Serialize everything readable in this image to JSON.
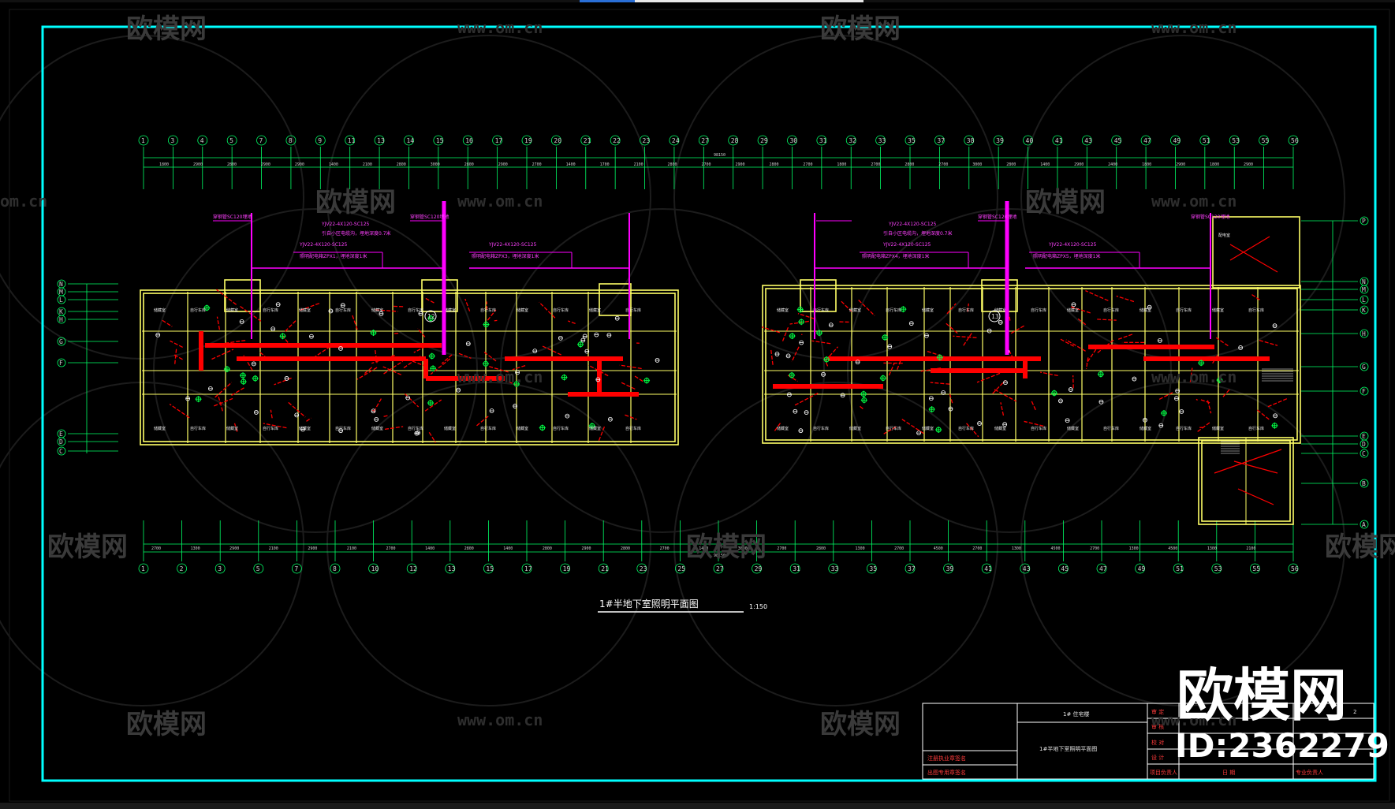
{
  "drawing": {
    "plan_title": "1#半地下室照明平面图",
    "scale": "1:150",
    "overall_dim_top": "98150",
    "overall_dim_bottom": "98150"
  },
  "watermark": {
    "brand": "欧模网",
    "url": "www.om.cn",
    "url_fragment": "om.cn",
    "big_brand": "欧模网",
    "id_text": "ID:2362279"
  },
  "axes": {
    "top": [
      "1",
      "3",
      "4",
      "5",
      "7",
      "8",
      "9",
      "11",
      "13",
      "14",
      "15",
      "16",
      "17",
      "19",
      "20",
      "21",
      "22",
      "23",
      "24",
      "27",
      "28",
      "29",
      "30",
      "31",
      "32",
      "33",
      "35",
      "37",
      "38",
      "39",
      "40",
      "41",
      "43",
      "45",
      "47",
      "49",
      "51",
      "53",
      "55",
      "56"
    ],
    "bottom": [
      "1",
      "2",
      "3",
      "5",
      "7",
      "8",
      "10",
      "12",
      "13",
      "15",
      "17",
      "19",
      "21",
      "23",
      "25",
      "27",
      "29",
      "31",
      "33",
      "35",
      "37",
      "39",
      "41",
      "43",
      "45",
      "47",
      "49",
      "51",
      "53",
      "55",
      "56"
    ],
    "left": [
      "N",
      "M",
      "L",
      "K",
      "H",
      "G",
      "F",
      "E",
      "D",
      "C"
    ],
    "right": [
      "P",
      "N",
      "M",
      "L",
      "K",
      "H",
      "G",
      "F",
      "E",
      "D",
      "C",
      "B",
      "A"
    ]
  },
  "dims_top": [
    "1800",
    "2900",
    "2800",
    "2900",
    "2900",
    "1400",
    "2100",
    "2800",
    "3000",
    "2800",
    "2900",
    "2700",
    "1400",
    "1700",
    "2100",
    "2800",
    "2700",
    "2900",
    "2800",
    "2700",
    "1800",
    "2700",
    "2800",
    "2700",
    "3000",
    "2800",
    "1400",
    "2900",
    "2400",
    "1800",
    "2900",
    "1800",
    "2900"
  ],
  "dims_bottom": [
    "2700",
    "1300",
    "2900",
    "2100",
    "2900",
    "2100",
    "2700",
    "1400",
    "2800",
    "1400",
    "2800",
    "2900",
    "2800",
    "2700",
    "1400",
    "3000",
    "2700",
    "2800",
    "1300",
    "2700",
    "4500",
    "2700",
    "1300",
    "4500",
    "2700",
    "1300",
    "4500",
    "1300",
    "2100"
  ],
  "annotations": {
    "left_cable1": "YJV22-4X120-SC125",
    "left_cable2": "YJV22-4X120-SC125",
    "left_note1": "引自小区电缆沟，埋地深度0.7米",
    "left_note2": "照明配电箱ZPX1，埋地深度1米",
    "left_note3": "照明配电箱ZPX3，埋地深度1米",
    "left_marker": "穿钢管SC120埋地",
    "right_cable1": "YJV22-4X120-SC125",
    "right_cable2": "YJV22-4X120-SC125",
    "right_note1": "引自小区电缆沟，埋地深度0.7米",
    "right_note2": "照明配电箱ZPX4，埋地深度1米",
    "right_note3": "照明配电箱ZPX5，埋地深度1米",
    "right_marker": "穿钢管SC120埋地",
    "node_12": "12",
    "node_13": "13"
  },
  "rooms": {
    "label_a": "储藏室",
    "label_b": "自行车库",
    "label_c": "配电室"
  },
  "title_block": {
    "project": "1# 住宅楼",
    "drawing_name": "1#半地下室照明平面图",
    "row1": "审 定",
    "row2": "审 核",
    "row3": "校 对",
    "row4": "设 计",
    "row5": "项目负责人",
    "row6": "专业负责人",
    "stamp1": "注册执业章签名",
    "stamp2": "出图专用章签名",
    "sheet_no": "2",
    "date_label": "日 期"
  },
  "colors": {
    "frame": "#00ffff",
    "wall": "#ffff66",
    "grid": "#00ff66",
    "circuit": "#ff0000",
    "riser": "#ff00ff",
    "lamp": "#00ff44"
  }
}
